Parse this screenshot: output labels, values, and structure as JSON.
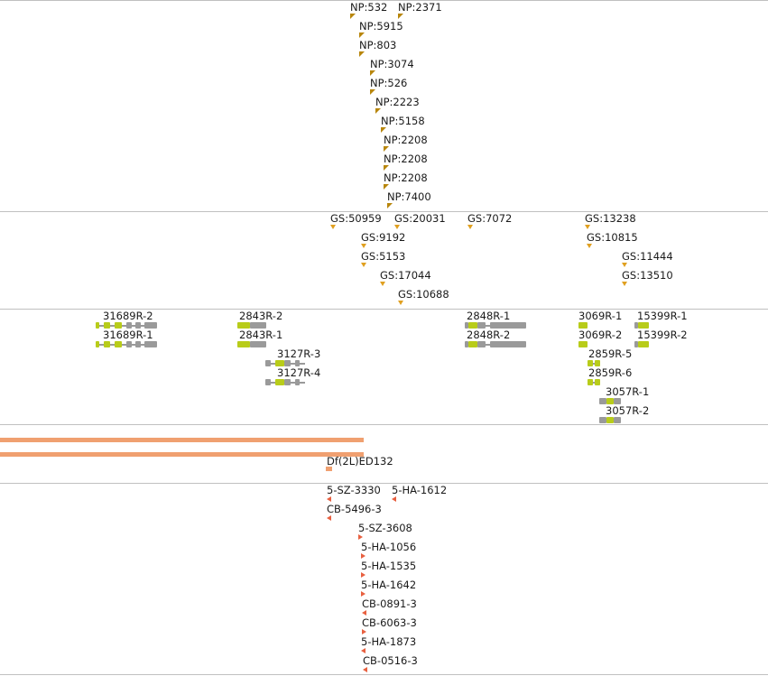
{
  "tracks": {
    "np": {
      "items": [
        "NP:532",
        "NP:2371",
        "NP:5915",
        "NP:803",
        "NP:3074",
        "NP:526",
        "NP:2223",
        "NP:5158",
        "NP:2208",
        "NP:2208",
        "NP:2208",
        "NP:7400"
      ],
      "color": "#b8860b"
    },
    "gs": {
      "items": [
        "GS:50959",
        "GS:20031",
        "GS:7072",
        "GS:13238",
        "GS:9192",
        "GS:10815",
        "GS:5153",
        "GS:11444",
        "GS:17044",
        "GS:13510",
        "GS:10688"
      ],
      "color": "#e0a020"
    },
    "genes": {
      "items": [
        "31689R-2",
        "31689R-1",
        "2843R-2",
        "2843R-1",
        "3127R-3",
        "3127R-4",
        "2848R-1",
        "2848R-2",
        "3069R-1",
        "15399R-1",
        "3069R-2",
        "15399R-2",
        "2859R-5",
        "2859R-6",
        "3057R-1",
        "3057R-2"
      ],
      "exon_color": "#9a9a9a",
      "utr_color": "#b8cc1a"
    },
    "deficiency": {
      "items": [
        "Df(2L)ED132"
      ],
      "color": "#f0a070"
    },
    "insertions": {
      "items": [
        "5-SZ-3330",
        "5-HA-1612",
        "CB-5496-3",
        "5-SZ-3608",
        "5-HA-1056",
        "5-HA-1535",
        "5-HA-1642",
        "CB-0891-3",
        "CB-6063-3",
        "5-HA-1873",
        "CB-0516-3"
      ],
      "color": "#e86040"
    }
  }
}
